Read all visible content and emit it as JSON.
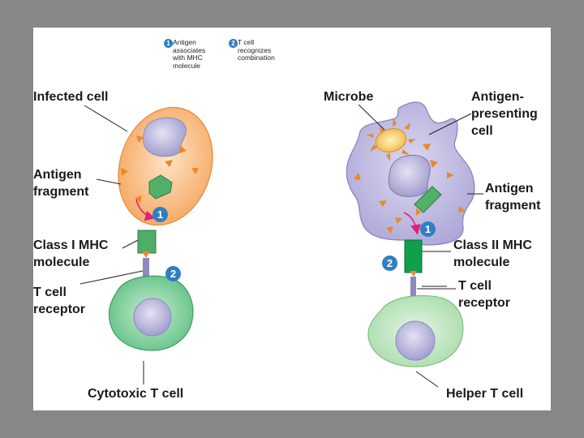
{
  "legend": {
    "step1_number": "1",
    "step1_text": "Antigen\nassociates\nwith MHC\nmolecule",
    "step2_number": "2",
    "step2_text": "T cell\nrecognizes\ncombination"
  },
  "left_panel": {
    "infected_cell": "Infected cell",
    "antigen_fragment": "Antigen\nfragment",
    "class_mhc": "Class I MHC\nmolecule",
    "t_cell_receptor": "T cell\nreceptor",
    "t_cell_name": "Cytotoxic T cell",
    "step1_marker": "1",
    "step2_marker": "2"
  },
  "right_panel": {
    "microbe": "Microbe",
    "apc": "Antigen-\npresenting\ncell",
    "antigen_fragment": "Antigen\nfragment",
    "class_mhc": "Class II MHC\nmolecule",
    "t_cell_receptor": "T cell\nreceptor",
    "t_cell_name": "Helper T cell",
    "step1_marker": "1",
    "step2_marker": "2"
  },
  "colors": {
    "page_bg": "#878787",
    "infected_cell": "#f7b877",
    "apc": "#b7b4dd",
    "t_cell": "#83cf9e",
    "nucleus": "#b6b4dd",
    "mhc": "#52b06a",
    "receptor": "#8f86c4",
    "marker": "#2f7fc1",
    "arrow": "#e0207a",
    "antigen": "#e8892d"
  }
}
